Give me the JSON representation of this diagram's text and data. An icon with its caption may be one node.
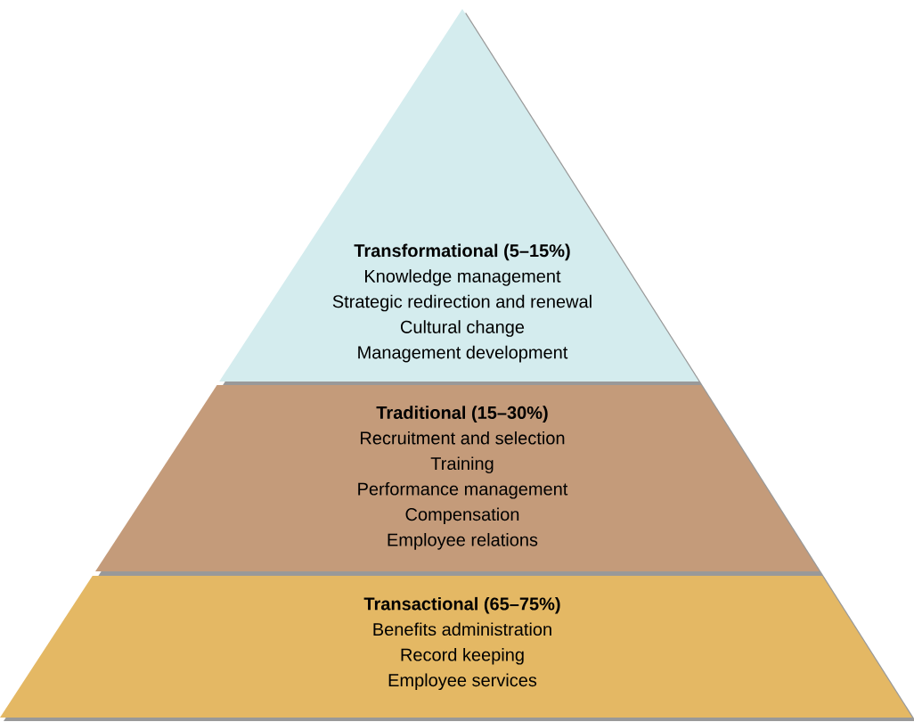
{
  "diagram": {
    "nodes": [
      {
        "text": [
          "Transformational (5–15%)",
          "Knowledge management",
          "Strategic redirection and renewal",
          "Cultural change",
          "Management development"
        ]
      },
      {
        "text": [
          "Traditional (15–30%)",
          "Recruitment and selection",
          "Training",
          "Performance management",
          "Compensation",
          "Employee relations"
        ]
      },
      {
        "text": [
          "Transactional (65–75%)",
          "Benefits administration",
          "Record keeping",
          "Employee services"
        ]
      }
    ]
  }
}
